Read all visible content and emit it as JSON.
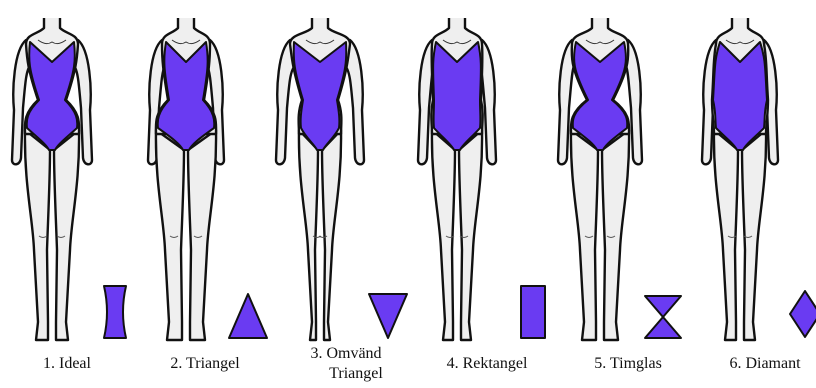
{
  "colors": {
    "suit": "#6a3bf2",
    "skin": "#efefef",
    "outline": "#111111",
    "background": "#ffffff"
  },
  "figures": [
    {
      "label": "1. Ideal",
      "shape_icon": "hourglass-rectangle-icon",
      "body": "ideal"
    },
    {
      "label": "2. Triangel",
      "shape_icon": "triangle-icon",
      "body": "triangle"
    },
    {
      "label_line1": "3. Omvänd",
      "label_line2": "Triangel",
      "shape_icon": "inverted-triangle-icon",
      "body": "inverted-triangle"
    },
    {
      "label": "4. Rektangel",
      "shape_icon": "rectangle-icon",
      "body": "rectangle"
    },
    {
      "label": "5. Timglas",
      "shape_icon": "hourglass-icon",
      "body": "hourglass"
    },
    {
      "label": "6. Diamant",
      "shape_icon": "diamond-icon",
      "body": "diamond"
    }
  ]
}
